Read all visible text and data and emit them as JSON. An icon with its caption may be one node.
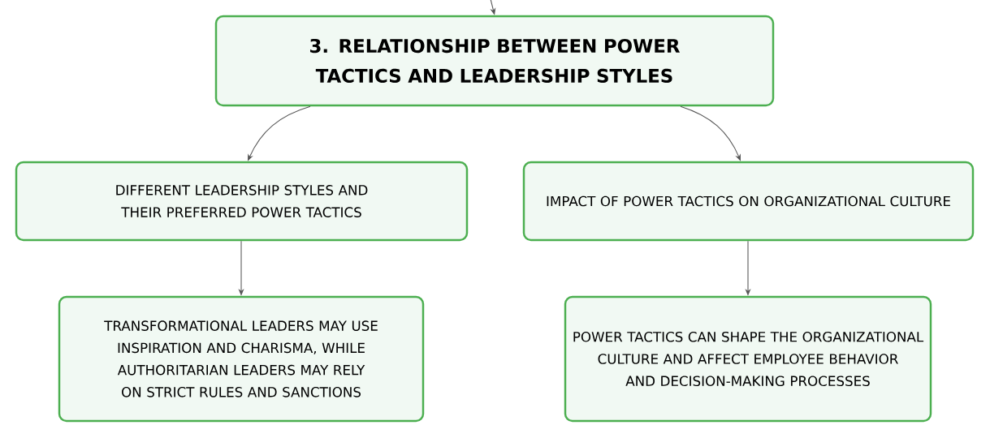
{
  "diagram": {
    "nodes": [
      {
        "text": [
          "3. RELATIONSHIP BETWEEN POWER TACTICS AND LEADERSHIP STYLES"
        ]
      },
      {
        "text": [
          "DIFFERENT LEADERSHIP STYLES AND THEIR PREFERRED POWER TACTICS"
        ]
      },
      {
        "text": [
          "IMPACT OF POWER TACTICS ON ORGANIZATIONAL CULTURE"
        ]
      },
      {
        "text": [
          "TRANSFORMATIONAL LEADERS MAY USE INSPIRATION AND CHARISMA, WHILE AUTHORITARIAN LEADERS MAY RELY ON STRICT RULES AND SANCTIONS"
        ]
      },
      {
        "text": [
          "POWER TACTICS CAN SHAPE THE ORGANIZATIONAL CULTURE AND AFFECT EMPLOYEE BEHAVIOR AND DECISION-MAKING PROCESSES"
        ]
      }
    ],
    "edges": [
      {
        "from": null,
        "to": 0,
        "arrow": "to"
      },
      {
        "from": 0,
        "to": 1,
        "arrow": "to"
      },
      {
        "from": 0,
        "to": 2,
        "arrow": "to"
      },
      {
        "from": 1,
        "to": 3,
        "arrow": "to"
      },
      {
        "from": 2,
        "to": 4,
        "arrow": "to"
      }
    ]
  }
}
